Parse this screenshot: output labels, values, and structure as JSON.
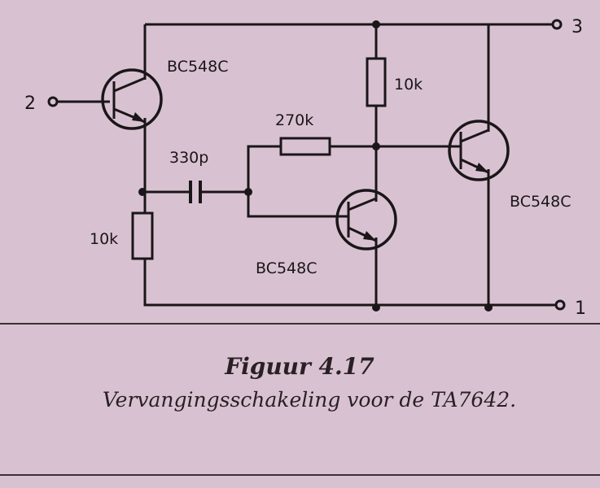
{
  "diagram": {
    "terminals": {
      "t1": "1",
      "t2": "2",
      "t3": "3"
    },
    "transistors": {
      "q1": "BC548C",
      "q2": "BC548C",
      "q3": "BC548C"
    },
    "resistors": {
      "r_emitter": "10k",
      "r_collector": "10k",
      "r_feedback": "270k"
    },
    "capacitor": "330p"
  },
  "caption": {
    "figure": "Figuur 4.17",
    "text": "Vervangingsschakeling voor de TA7642."
  }
}
